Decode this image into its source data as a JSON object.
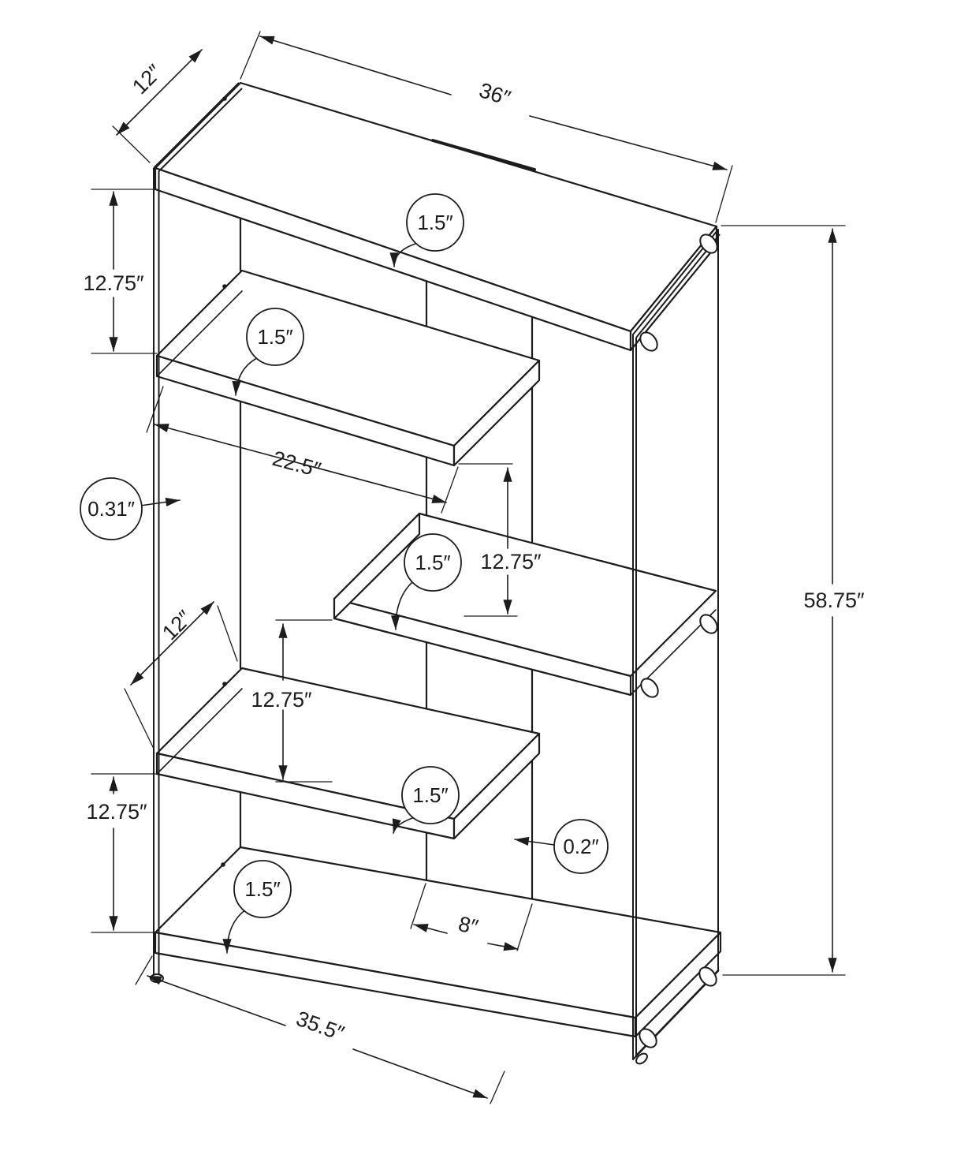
{
  "dimensions": {
    "top_depth": "12″",
    "top_width": "36″",
    "top_thickness": "1.5″",
    "gap_top_to_shelf2": "12.75″",
    "shelf2_length": "22.5″",
    "shelf2_thickness": "1.5″",
    "side_panel_thickness": "0.31″",
    "gap_shelf2_to_shelf3": "12.75″",
    "shelf3_thickness": "1.5″",
    "shelf_depth": "12″",
    "gap_shelf3_to_shelf4": "12.75″",
    "shelf4_thickness": "1.5″",
    "gap_shelf4_to_bottom": "12.75″",
    "bottom_thickness": "1.5″",
    "divider_thickness": "0.2″",
    "divider_spacing": "8″",
    "overall_height": "58.75″",
    "bottom_width": "35.5″"
  }
}
